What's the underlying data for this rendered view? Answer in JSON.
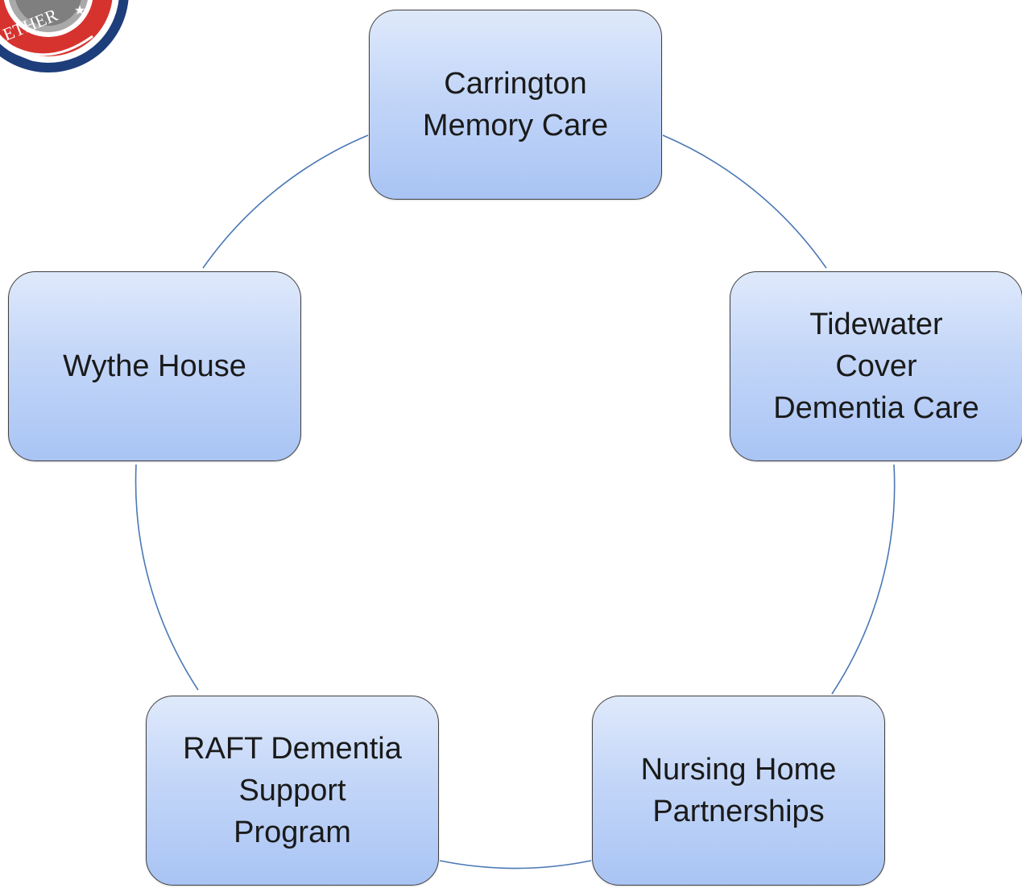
{
  "diagram": {
    "type": "cycle",
    "connector_color": "#4a78b5",
    "node_fill_top": "#dfe9fb",
    "node_fill_bottom": "#a9c4f4",
    "node_border": "#3f3f3f",
    "nodes": [
      {
        "id": "carrington",
        "label": "Carrington\nMemory Care"
      },
      {
        "id": "tidewater",
        "label": "Tidewater\nCover\nDementia Care"
      },
      {
        "id": "nursing",
        "label": "Nursing Home\nPartnerships"
      },
      {
        "id": "raft",
        "label": "RAFT Dementia\nSupport\nProgram"
      },
      {
        "id": "wythe",
        "label": "Wythe House"
      }
    ],
    "logo": {
      "name": "seal-logo",
      "text": "ETHER"
    }
  }
}
